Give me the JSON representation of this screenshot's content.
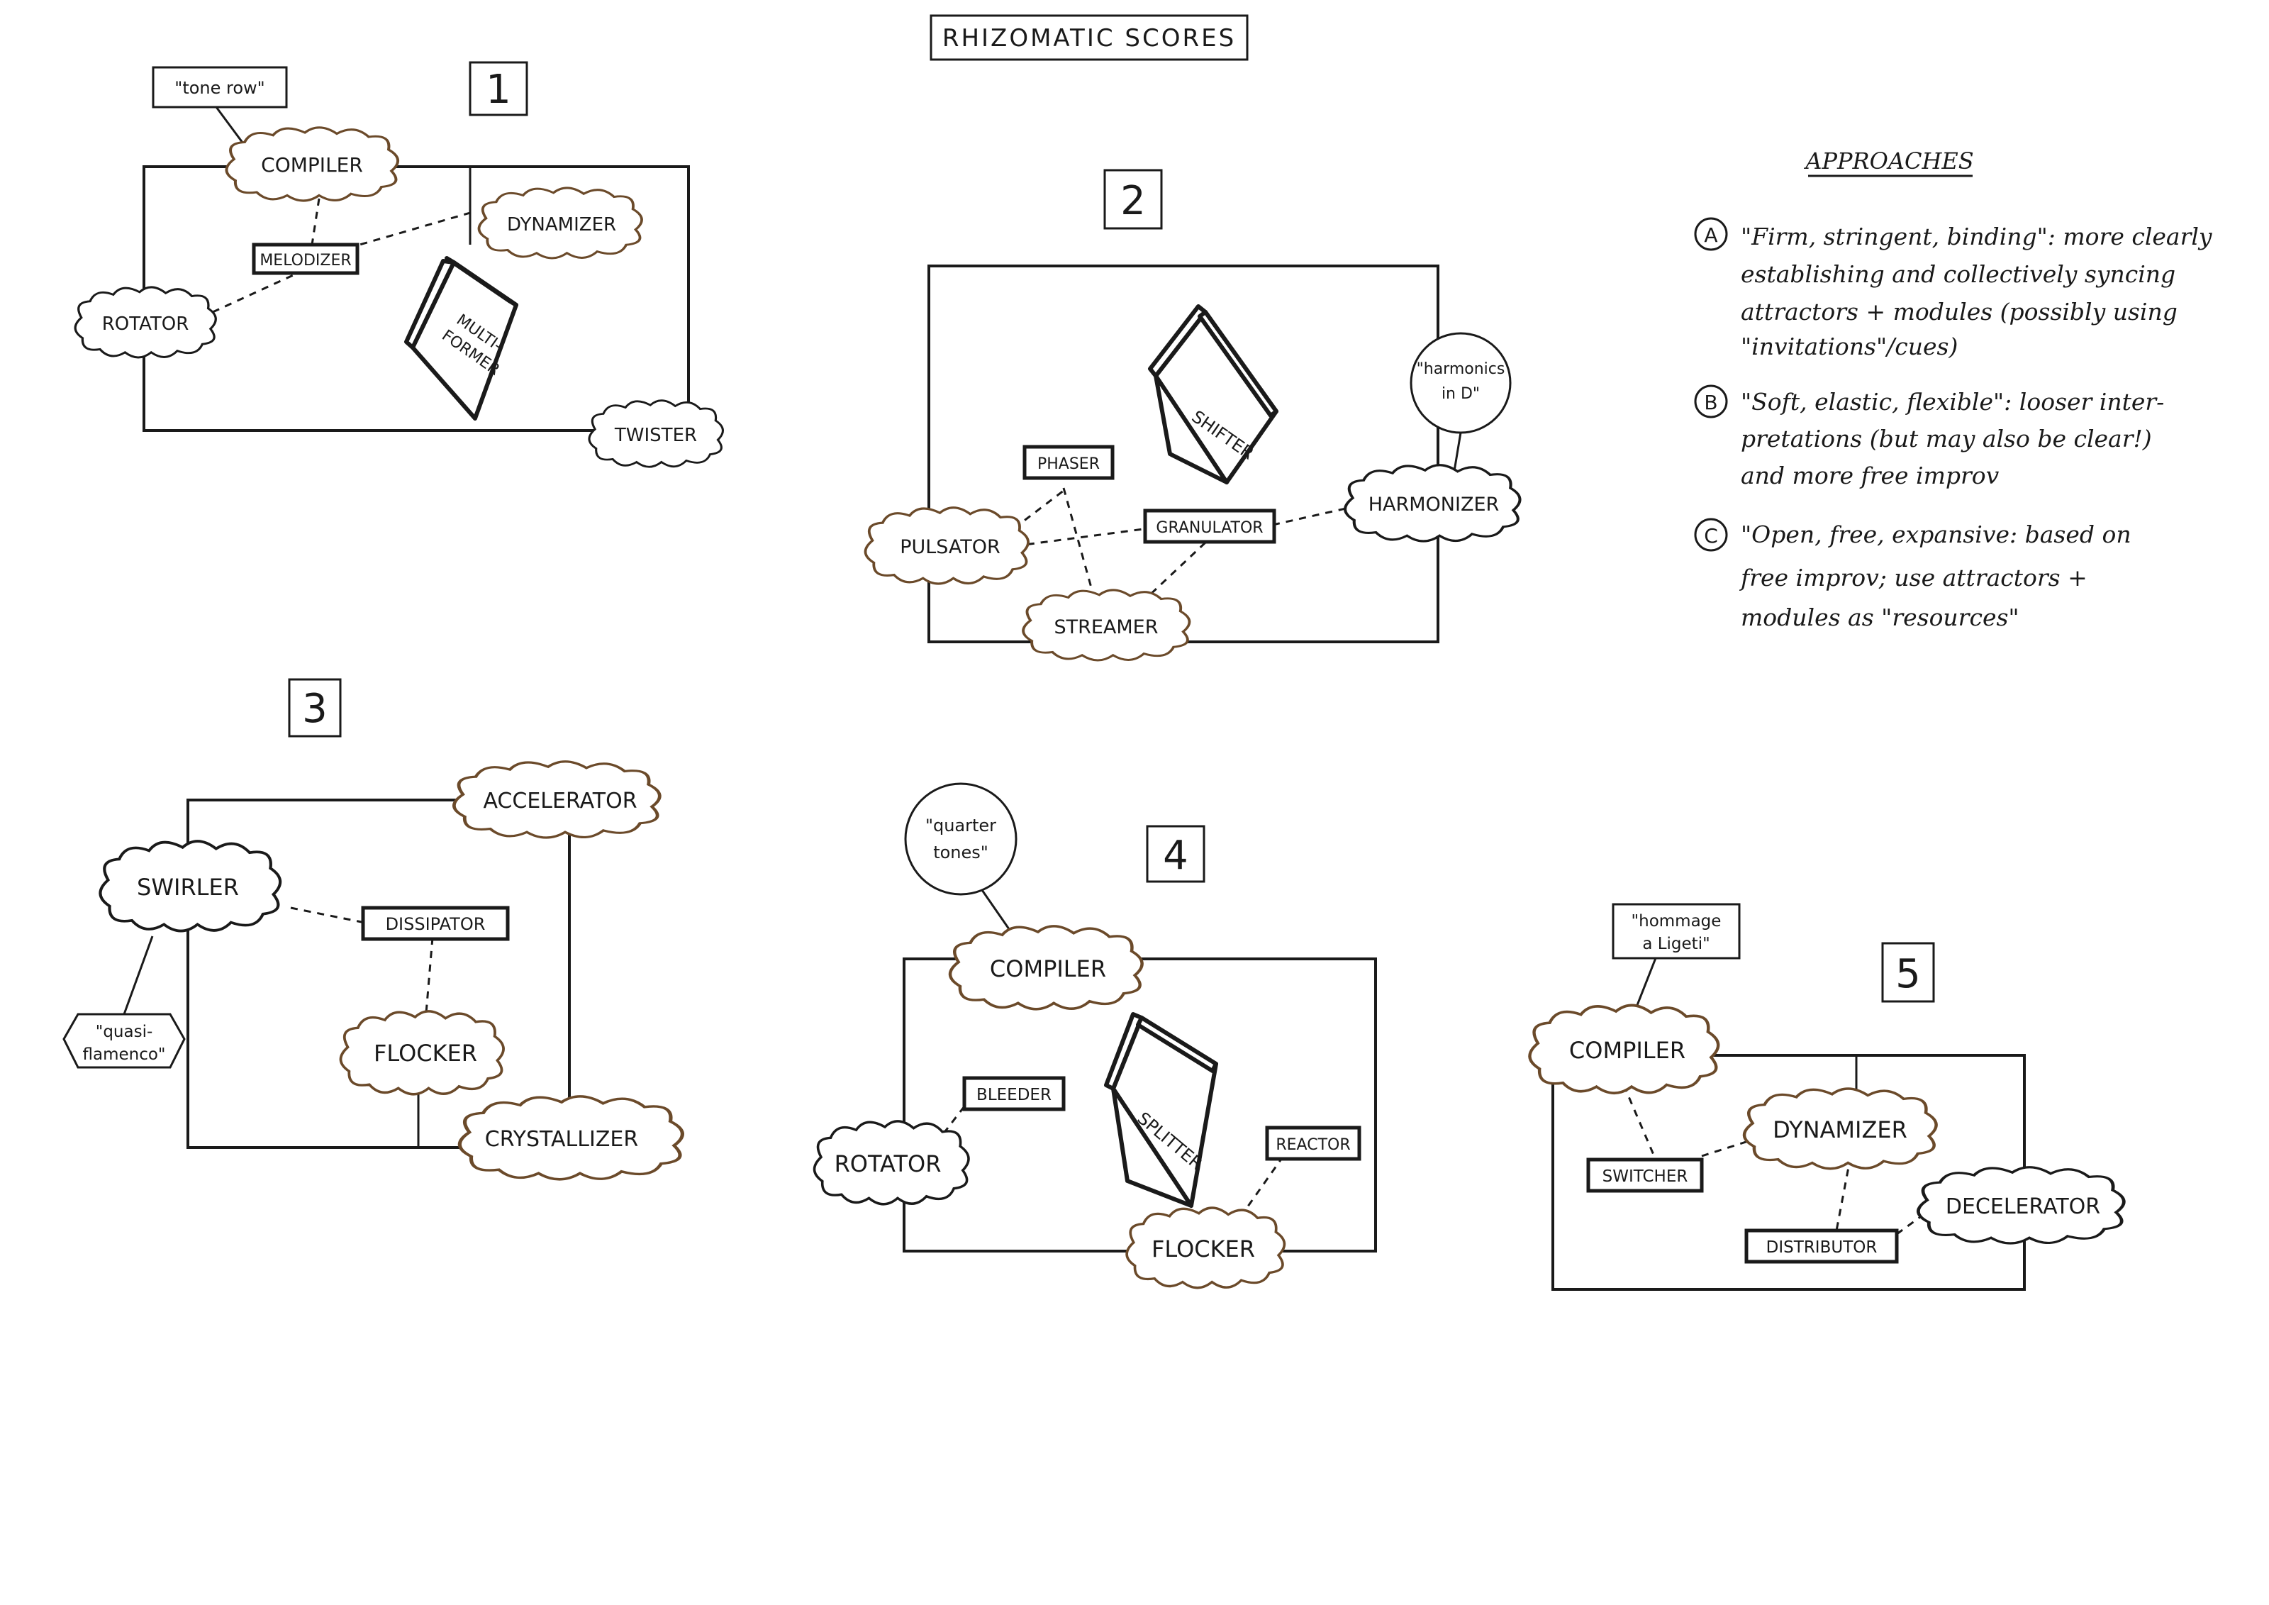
{
  "title": "RHIZOMATIC SCORES",
  "approaches": {
    "heading": "APPROACHES",
    "items": [
      {
        "letter": "A",
        "lines": [
          "\"Firm, stringent, binding\": more clearly",
          "establishing and collectively syncing",
          "attractors + modules (possibly using",
          "\"invitations\"/cues)"
        ]
      },
      {
        "letter": "B",
        "lines": [
          "\"Soft, elastic, flexible\": looser inter-",
          "pretations (but may also be clear!)",
          "and more free improv"
        ]
      },
      {
        "letter": "C",
        "lines": [
          "\"Open, free, expansive: based on",
          "free improv; use attractors +",
          "modules as \"resources\""
        ]
      }
    ]
  },
  "scores": {
    "s1": {
      "number": "1",
      "attractors": {
        "compiler": "COMPILER",
        "dynamizer": "DYNAMIZER",
        "rotator": "ROTATOR",
        "twister": "TWISTER"
      },
      "modules": {
        "melodizer": "MELODIZER"
      },
      "cube": [
        "MULTI-",
        "FORMER"
      ],
      "note": "\"tone row\""
    },
    "s2": {
      "number": "2",
      "attractors": {
        "pulsator": "PULSATOR",
        "streamer": "STREAMER",
        "harmonizer": "HARMONIZER"
      },
      "modules": {
        "phaser": "PHASER",
        "granulator": "GRANULATOR"
      },
      "cube": [
        "SHIFTER"
      ],
      "note": [
        "\"harmonics",
        "in D\""
      ]
    },
    "s3": {
      "number": "3",
      "attractors": {
        "accelerator": "ACCELERATOR",
        "swirler": "SWIRLER",
        "flocker": "FLOCKER",
        "crystallizer": "CRYSTALLIZER"
      },
      "modules": {
        "dissipator": "DISSIPATOR"
      },
      "note": [
        "\"quasi-",
        "flamenco\""
      ]
    },
    "s4": {
      "number": "4",
      "attractors": {
        "compiler": "COMPILER",
        "rotator": "ROTATOR",
        "flocker": "FLOCKER"
      },
      "modules": {
        "bleeder": "BLEEDER",
        "reactor": "REACTOR"
      },
      "cube": [
        "SPLITTER"
      ],
      "note": [
        "\"quarter",
        "tones\""
      ]
    },
    "s5": {
      "number": "5",
      "attractors": {
        "compiler": "COMPILER",
        "dynamizer": "DYNAMIZER",
        "decelerator": "DECELERATOR"
      },
      "modules": {
        "switcher": "SWITCHER",
        "distributor": "DISTRIBUTOR"
      },
      "note": [
        "\"hommage",
        "a Ligeti\""
      ]
    }
  }
}
